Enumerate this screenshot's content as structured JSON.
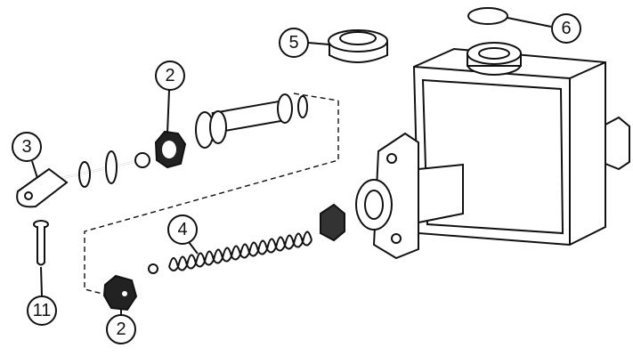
{
  "diagram": {
    "callouts": [
      {
        "id": "pushrod-clevis",
        "label": "3"
      },
      {
        "id": "seal-upper",
        "label": "2"
      },
      {
        "id": "filler-cap",
        "label": "5"
      },
      {
        "id": "cap-washer",
        "label": "6"
      },
      {
        "id": "return-spring",
        "label": "4"
      },
      {
        "id": "clevis-pin",
        "label": "11"
      },
      {
        "id": "seal-lower",
        "label": "2"
      }
    ]
  }
}
